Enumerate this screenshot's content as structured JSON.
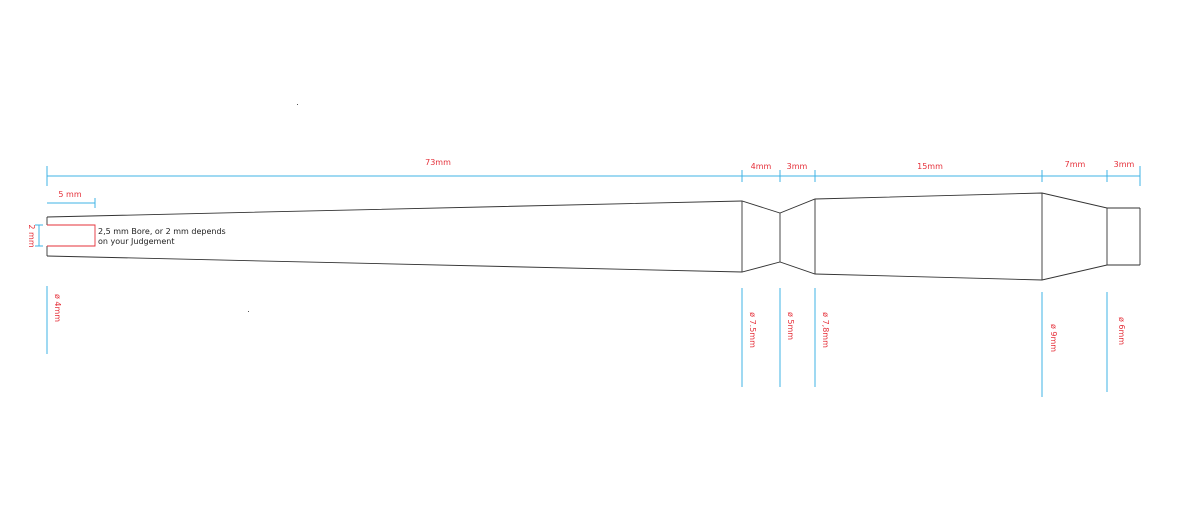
{
  "colors": {
    "outline": "#333333",
    "dimension_line": "#3fb3e6",
    "dimension_text": "#e5303a",
    "bore": "#e5303a",
    "note_text": "#222222"
  },
  "lengths": {
    "total": "73mm",
    "seg1": "4mm",
    "seg2": "3mm",
    "seg3": "15mm",
    "seg4": "7mm",
    "seg5": "3mm",
    "bore_depth": "5 mm",
    "bore_width": "2 mm"
  },
  "diameters": {
    "tip": "ø 4mm",
    "d1": "ø 7.5mm",
    "d2": "ø 5mm",
    "d3": "ø 7,8mm",
    "d4": "ø 9mm",
    "d5": "ø 6mm"
  },
  "note": {
    "line1": "2,5 mm Bore, or 2 mm depends",
    "line2": "on your Judgement"
  }
}
